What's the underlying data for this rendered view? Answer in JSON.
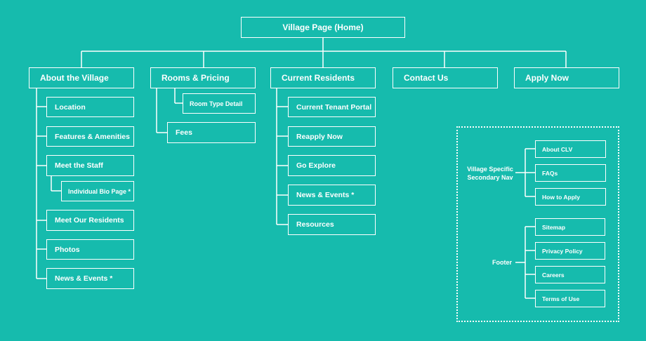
{
  "root": {
    "label": "Village Page (Home)"
  },
  "about": {
    "label": "About the Village",
    "children": [
      "Location",
      "Features & Amenities",
      "Meet the Staff",
      "Individual Bio Page *",
      "Meet Our Residents",
      "Photos",
      "News & Events *"
    ]
  },
  "rooms": {
    "label": "Rooms & Pricing",
    "children": [
      "Room Type Detail",
      "Fees"
    ]
  },
  "residents": {
    "label": "Current Residents",
    "children": [
      "Current Tenant Portal",
      "Reapply Now",
      "Go Explore",
      "News & Events *",
      "Resources"
    ]
  },
  "contact": {
    "label": "Contact Us"
  },
  "apply": {
    "label": "Apply Now"
  },
  "secondary_nav": {
    "label_line1": "Village Specific",
    "label_line2": "Secondary Nav",
    "items": [
      "About CLV",
      "FAQs",
      "How to Apply"
    ]
  },
  "footer": {
    "label": "Footer",
    "items": [
      "Sitemap",
      "Privacy Policy",
      "Careers",
      "Terms of Use"
    ]
  },
  "colors": {
    "background": "#16bbad",
    "foreground": "#ffffff"
  }
}
